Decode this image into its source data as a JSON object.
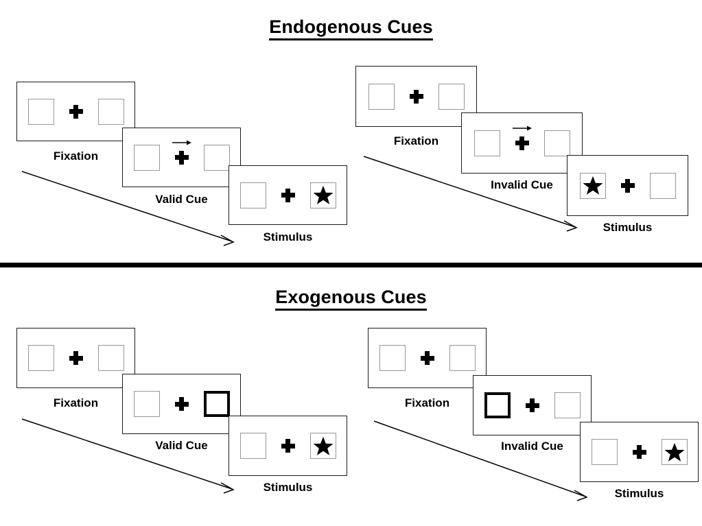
{
  "figure": {
    "sections": [
      {
        "id": "endogenous",
        "title": "Endogenous Cues",
        "groups": [
          {
            "id": "endogenous-valid",
            "cue_type": "arrow",
            "panels": [
              {
                "label": "Fixation",
                "left_box": "empty",
                "right_box": "empty",
                "cue": "none",
                "arrow": false
              },
              {
                "label": "Valid Cue",
                "left_box": "empty",
                "right_box": "empty",
                "cue": "arrow-right",
                "arrow": true
              },
              {
                "label": "Stimulus",
                "left_box": "empty",
                "right_box": "star",
                "cue": "none",
                "arrow": false
              }
            ]
          },
          {
            "id": "endogenous-invalid",
            "cue_type": "arrow",
            "panels": [
              {
                "label": "Fixation",
                "left_box": "empty",
                "right_box": "empty",
                "cue": "none",
                "arrow": false
              },
              {
                "label": "Invalid Cue",
                "left_box": "empty",
                "right_box": "empty",
                "cue": "arrow-right",
                "arrow": true
              },
              {
                "label": "Stimulus",
                "left_box": "star",
                "right_box": "empty",
                "cue": "none",
                "arrow": false
              }
            ]
          }
        ]
      },
      {
        "id": "exogenous",
        "title": "Exogenous Cues",
        "groups": [
          {
            "id": "exogenous-valid",
            "cue_type": "peripheral-box",
            "panels": [
              {
                "label": "Fixation",
                "left_box": "empty",
                "right_box": "empty",
                "cue": "none",
                "arrow": false
              },
              {
                "label": "Valid Cue",
                "left_box": "empty",
                "right_box": "cued",
                "cue": "box-right",
                "arrow": false
              },
              {
                "label": "Stimulus",
                "left_box": "empty",
                "right_box": "star",
                "cue": "none",
                "arrow": false
              }
            ]
          },
          {
            "id": "exogenous-invalid",
            "cue_type": "peripheral-box",
            "panels": [
              {
                "label": "Fixation",
                "left_box": "empty",
                "right_box": "empty",
                "cue": "none",
                "arrow": false
              },
              {
                "label": "Invalid Cue",
                "left_box": "cued",
                "right_box": "empty",
                "cue": "box-left",
                "arrow": false
              },
              {
                "label": "Stimulus",
                "left_box": "empty",
                "right_box": "star",
                "cue": "none",
                "arrow": false
              }
            ]
          }
        ]
      }
    ],
    "icons": {
      "fixation_cross": "plus-icon",
      "target": "star-icon",
      "cue_arrow": "arrow-right-icon",
      "time_arrow": "time-progression-arrow-icon"
    },
    "colors": {
      "panel_border": "#1a1a1a",
      "box_border": "#969696",
      "cued_box_border": "#000000",
      "target_fill": "#000000",
      "divider": "#000000",
      "background": "#ffffff"
    }
  }
}
